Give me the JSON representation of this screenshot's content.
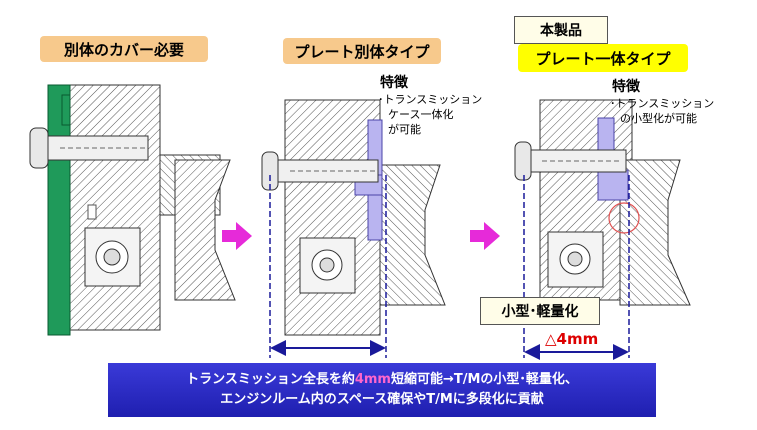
{
  "panels": {
    "left": {
      "callout": "別体のカバー必要"
    },
    "middle": {
      "callout": "プレート別体タイプ",
      "feature_title": "特徴",
      "feature_lines": [
        "･トランスミッション",
        "ケース一体化",
        "が可能"
      ]
    },
    "right": {
      "product_label": "本製品",
      "callout": "プレート一体タイプ",
      "feature_title": "特徴",
      "feature_lines": [
        "･トランスミッション",
        "の小型化が可能"
      ],
      "size_label": "小型･軽量化",
      "dimension_label": "△4mm"
    }
  },
  "banner": {
    "line1_pre": "トランスミッション全長を約",
    "line1_highlight": "4mm",
    "line1_post": "短縮可能→T/Mの小型･軽量化、",
    "line2": "エンジンルーム内のスペース確保やT/Mに多段化に貢献"
  },
  "colors": {
    "cover_green": "#1f9a5a",
    "plate_lavender": "#b9b4f0",
    "arrow_magenta": "#e62ad9",
    "banner_blue": "#2b2bc8",
    "callout_orange": "#f7c98c",
    "callout_yellow": "#ffff00",
    "dimension_red": "#dd0000"
  }
}
